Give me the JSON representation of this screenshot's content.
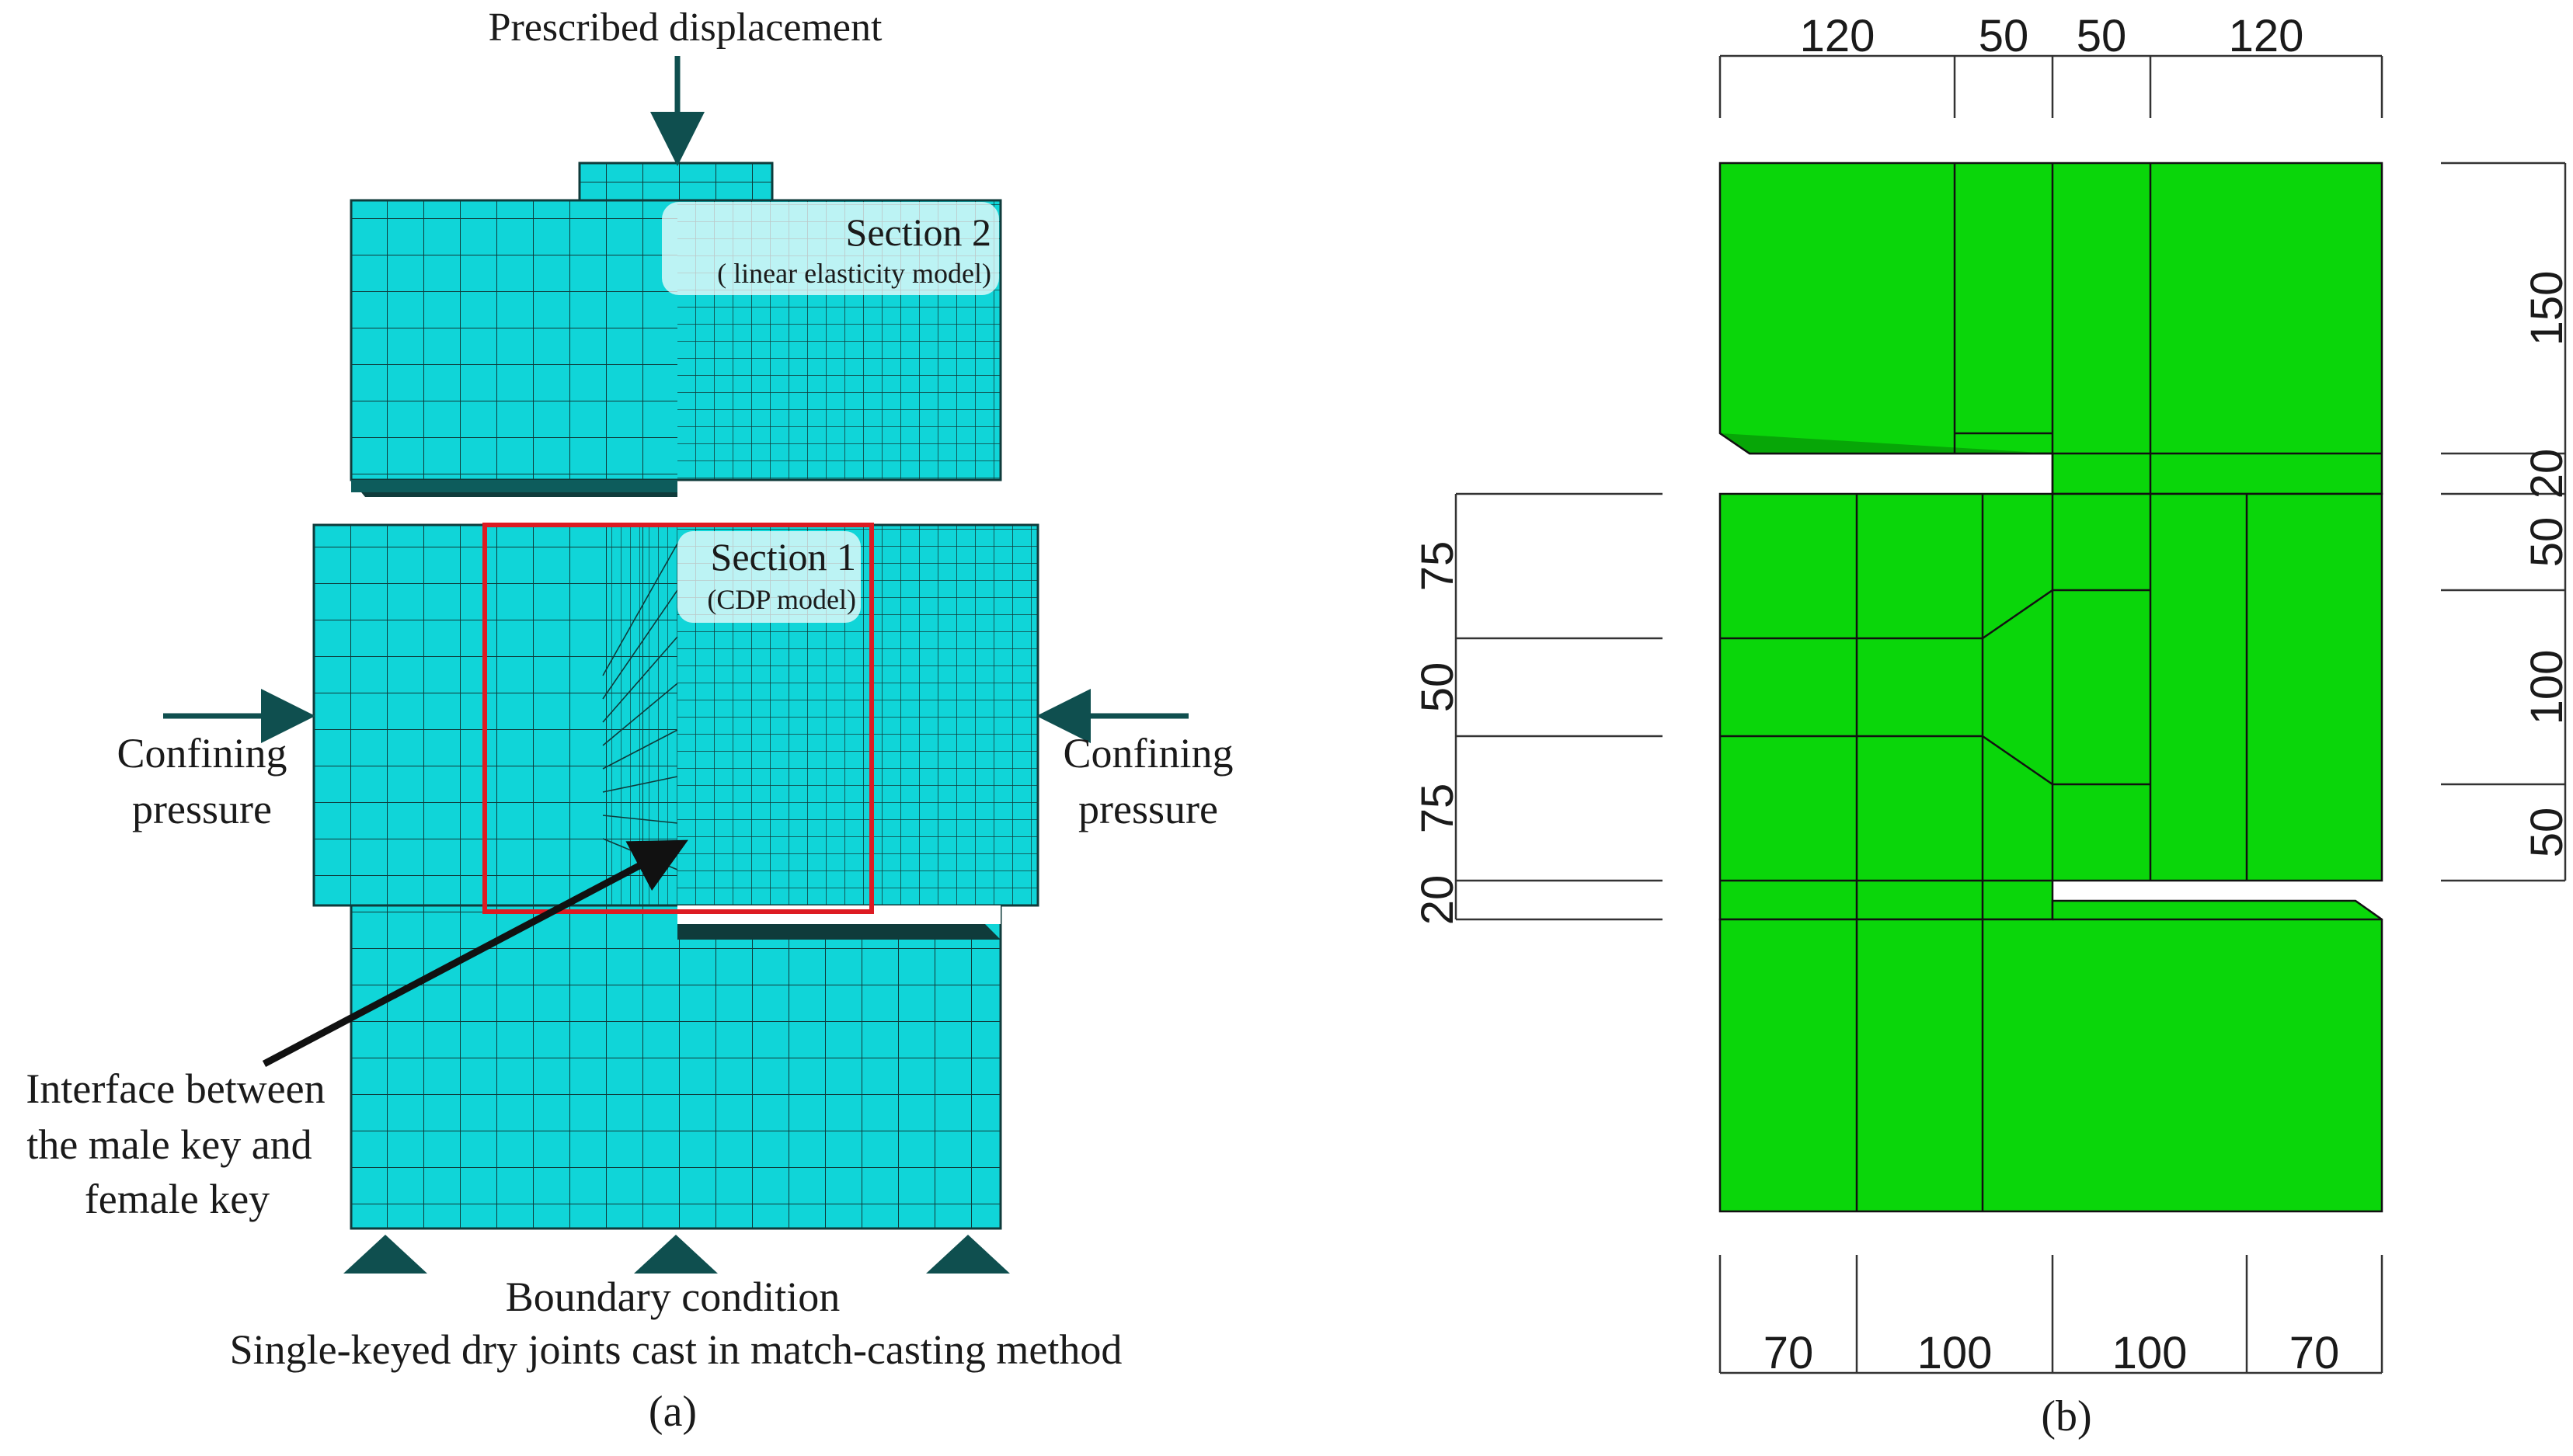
{
  "panel_a": {
    "title_top": "Prescribed displacement",
    "section2_title": "Section 2",
    "section2_sub": "( linear elasticity model)",
    "section1_title": "Section 1",
    "section1_sub": "(CDP model)",
    "confining_left_1": "Confining",
    "confining_left_2": "pressure",
    "confining_right_1": "Confining",
    "confining_right_2": "pressure",
    "interface_1": "Interface between",
    "interface_2": "the male key and",
    "interface_3": "female key",
    "boundary": "Boundary condition",
    "caption_line": "Single-keyed dry joints cast in match-casting method",
    "label": "(a)",
    "mesh_color": "#10d5d8",
    "mesh_line_color": "#0f3b3b",
    "section1_frame_color": "#dd1b22",
    "arrow_color": "#0f4f4f"
  },
  "panel_b": {
    "label": "(b)",
    "fill_color": "#0ad60a",
    "top_dims": [
      "120",
      "50",
      "50",
      "120"
    ],
    "bottom_dims": [
      "70",
      "100",
      "100",
      "70"
    ],
    "left_dims": [
      "75",
      "50",
      "75",
      "20"
    ],
    "right_dims": [
      "150",
      "20",
      "50",
      "100",
      "50"
    ]
  }
}
